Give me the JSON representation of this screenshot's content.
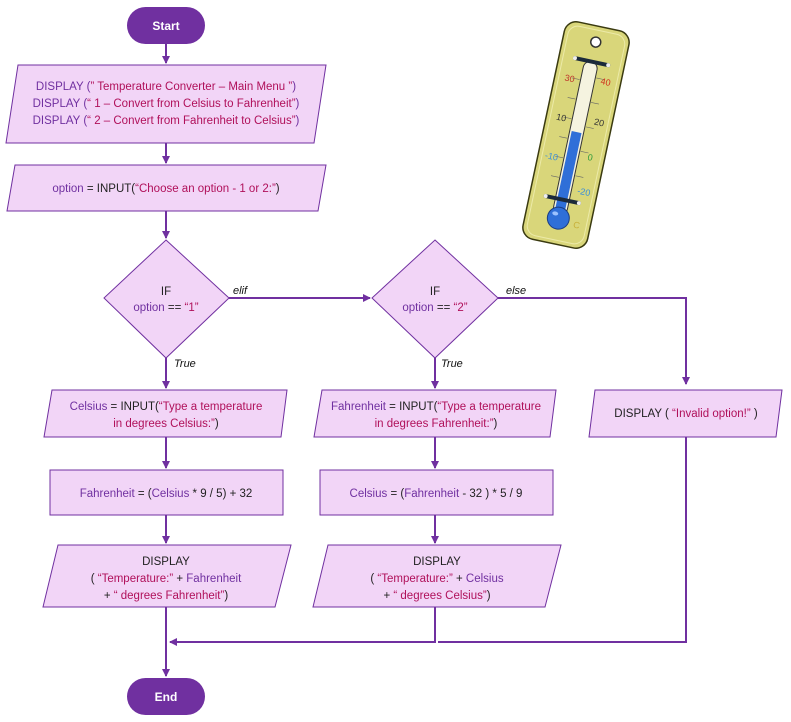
{
  "start": "Start",
  "end": "End",
  "menu": {
    "l1": {
      "a": "DISPLAY (",
      "b": "” Temperature Converter – Main Menu ”",
      "c": ")"
    },
    "l2": {
      "a": "DISPLAY (",
      "b": "“ 1 – Convert from Celsius to Fahrenheit”",
      "c": ")"
    },
    "l3": {
      "a": "DISPLAY (",
      "b": "“ 2 – Convert from Fahrenheit to Celsius”",
      "c": ")"
    }
  },
  "option_input": {
    "var": "option",
    "eq": " = INPUT(",
    "str": "“Choose an option - 1 or 2:”",
    "close": ")"
  },
  "if1": {
    "kw": "IF",
    "var": "option",
    "op": " == ",
    "val": "“1”"
  },
  "if2": {
    "kw": "IF",
    "var": "option",
    "op": " == ",
    "val": "“2”"
  },
  "labels": {
    "elif": "elif",
    "else": "else",
    "true1": "True",
    "true2": "True"
  },
  "c_input": {
    "var": "Celsius",
    "eq": " = INPUT(",
    "s1": "“Type a temperature",
    "s2": "in degrees Celsius:”",
    "close": ")"
  },
  "f_input": {
    "var": "Fahrenheit",
    "eq": " = INPUT(",
    "s1": "“Type a temperature",
    "s2": "in degrees Fahrenheit:”",
    "close": ")"
  },
  "invalid": {
    "a": "DISPLAY ( ",
    "b": "“Invalid option!”",
    "c": " )"
  },
  "calc_f": {
    "v1": "Fahrenheit",
    "p1": " = (",
    "v2": "Celsius",
    "p2": " * 9 / 5) + 32"
  },
  "calc_c": {
    "v1": "Celsius",
    "p1": " = (",
    "v2": "Fahrenheit",
    "p2": " - 32 ) * 5 / 9"
  },
  "disp_f": {
    "kw": "DISPLAY",
    "a": "( ",
    "s1": "“Temperature:”",
    "p": " + ",
    "v": "Fahrenheit",
    "l3a": "+ ",
    "s2": "“ degrees Fahrenheit”",
    "c": ")"
  },
  "disp_c": {
    "kw": "DISPLAY",
    "a": "( ",
    "s1": "“Temperature:”",
    "p": " + ",
    "v": "Celsius",
    "l3a": "+ ",
    "s2": "“ degrees Celsius”",
    "c": ")"
  },
  "thermo": {
    "left": [
      "30",
      "10",
      "-10"
    ],
    "right": [
      "40",
      "20",
      "0",
      "-20"
    ],
    "unit_c": "C"
  }
}
